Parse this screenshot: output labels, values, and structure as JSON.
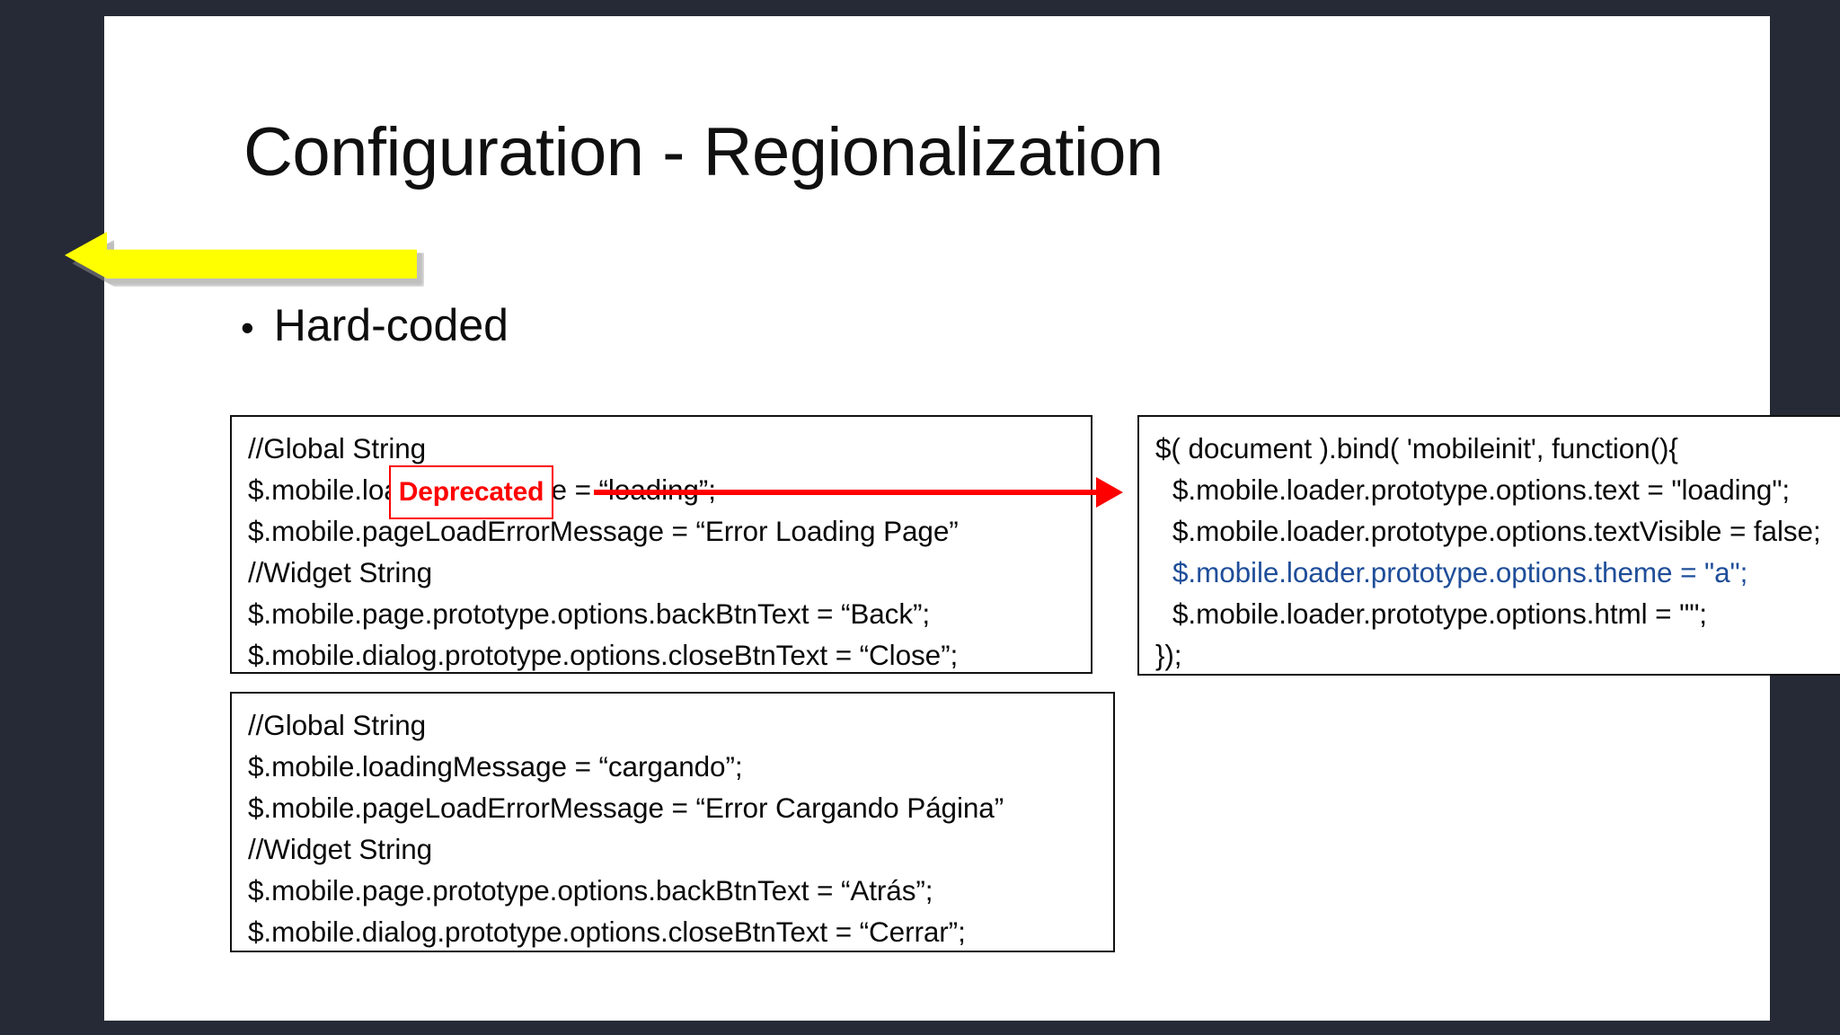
{
  "slide": {
    "title": "Configuration - Regionalization",
    "bullet": {
      "marker": "•",
      "text": "Hard-coded"
    },
    "callout": {
      "arrow_icon": "left-arrow-highlight",
      "color": "#ffff00"
    }
  },
  "annotation": {
    "badge_label": "Deprecated",
    "badge_color": "#ff0000",
    "arrow_icon": "right-arrow-icon"
  },
  "code_box_english": {
    "lines": [
      "//Global String",
      "$.mobile.loadingMessage = “loading”;",
      "$.mobile.pageLoadErrorMessage = “Error Loading Page”",
      "//Widget String",
      "$.mobile.page.prototype.options.backBtnText = “Back”;",
      "$.mobile.dialog.prototype.options.closeBtnText = “Close”;"
    ]
  },
  "code_box_spanish": {
    "lines": [
      "//Global String",
      "$.mobile.loadingMessage = “cargando”;",
      "$.mobile.pageLoadErrorMessage = “Error Cargando Página”",
      "//Widget String",
      "$.mobile.page.prototype.options.backBtnText = “Atrás”;",
      "$.mobile.dialog.prototype.options.closeBtnText = “Cerrar”;"
    ]
  },
  "code_box_mobileinit": {
    "accent_color": "#1f4e99",
    "lines": [
      {
        "text": "$( document ).bind( 'mobileinit', function(){",
        "indent": false,
        "accent": false
      },
      {
        "text": "$.mobile.loader.prototype.options.text = \"loading\";",
        "indent": true,
        "accent": false
      },
      {
        "text": "$.mobile.loader.prototype.options.textVisible = false;",
        "indent": true,
        "accent": false
      },
      {
        "text": "$.mobile.loader.prototype.options.theme = \"a\";",
        "indent": true,
        "accent": true
      },
      {
        "text": "$.mobile.loader.prototype.options.html = \"\";",
        "indent": true,
        "accent": false
      },
      {
        "text": "});",
        "indent": false,
        "accent": false
      }
    ]
  }
}
